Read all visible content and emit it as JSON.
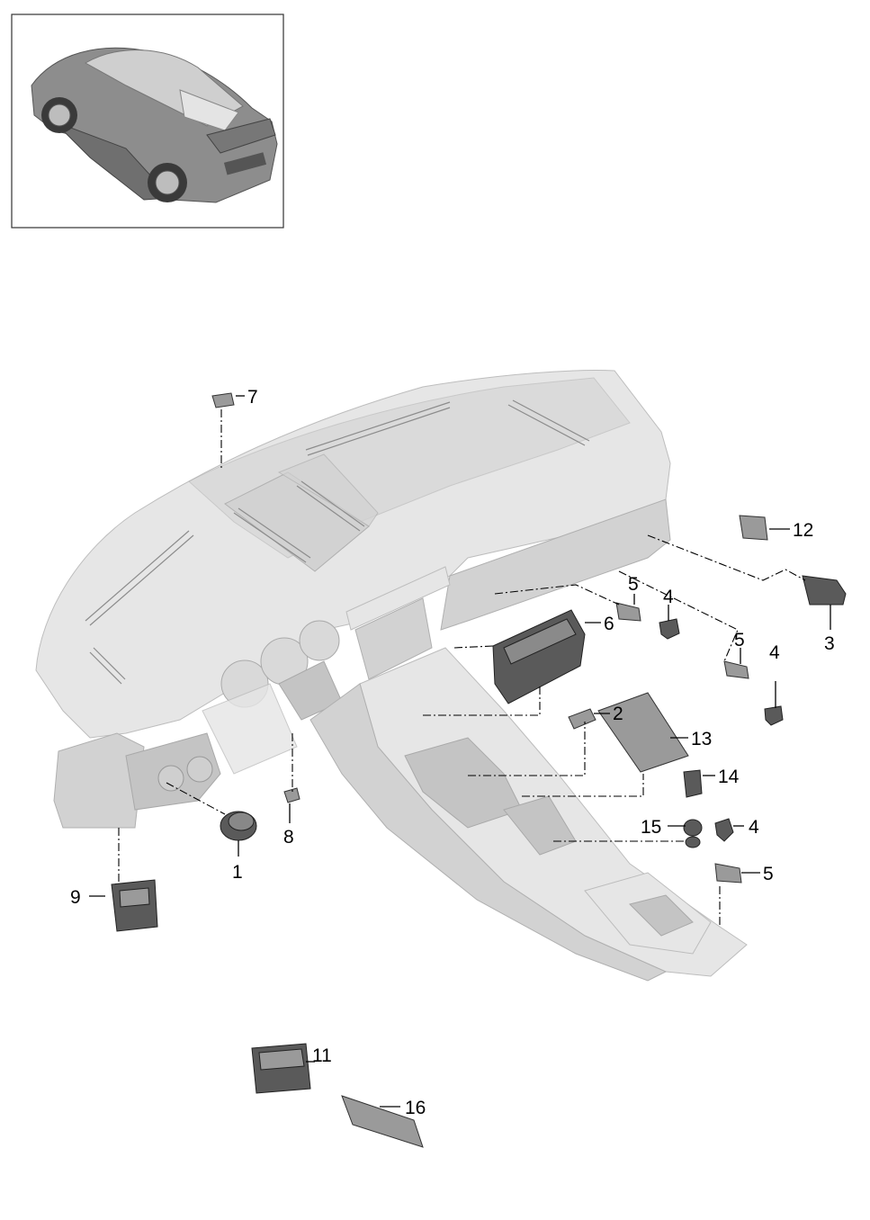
{
  "thumbnail": {
    "subject": "car-rear-three-quarter-view"
  },
  "callouts": [
    {
      "id": "c1",
      "label": "1"
    },
    {
      "id": "c2",
      "label": "2"
    },
    {
      "id": "c3",
      "label": "3"
    },
    {
      "id": "c4a",
      "label": "4"
    },
    {
      "id": "c4b",
      "label": "4"
    },
    {
      "id": "c4c",
      "label": "4"
    },
    {
      "id": "c5a",
      "label": "5"
    },
    {
      "id": "c5b",
      "label": "5"
    },
    {
      "id": "c5c",
      "label": "5"
    },
    {
      "id": "c6",
      "label": "6"
    },
    {
      "id": "c7",
      "label": "7"
    },
    {
      "id": "c8",
      "label": "8"
    },
    {
      "id": "c9",
      "label": "9"
    },
    {
      "id": "c11",
      "label": "11"
    },
    {
      "id": "c12",
      "label": "12"
    },
    {
      "id": "c13",
      "label": "13"
    },
    {
      "id": "c14",
      "label": "14"
    },
    {
      "id": "c15",
      "label": "15"
    },
    {
      "id": "c16",
      "label": "16"
    }
  ],
  "colors": {
    "assembly": "#e6e6e6",
    "part": "#5a5a5a",
    "line": "#000000"
  }
}
